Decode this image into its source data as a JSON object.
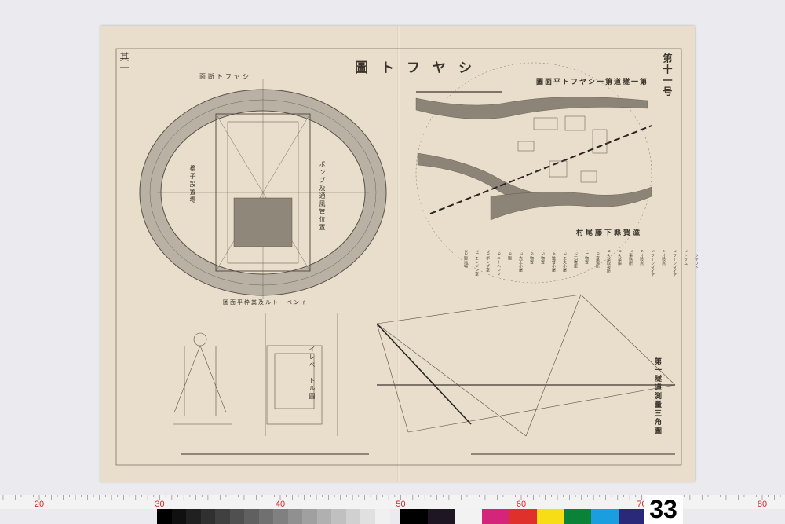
{
  "document": {
    "title": "圖トフヤシ",
    "sheet_label": "其一",
    "plate_number": "第十一号",
    "section_title": "面断トフヤシ",
    "plan_title": "圖面平トフヤシ一第道隧一第",
    "location": "村尾藤下縣賀滋",
    "elevator_plan_title": "圖面平枠其及ルトーベンイ",
    "triangulation_title": "第一隧道測量三角圖",
    "label_yagura": "櫓子設置場",
    "label_pump": "ポンプ及通風管位置",
    "label_elevator": "イレベートル圖",
    "legend": [
      "1 シヤフト",
      "2 トラム",
      "3 フーンダイア",
      "4 分岐点",
      "5 フーンダイア",
      "6 分岐点",
      "7 事務所",
      "8 火薬庫",
      "9 火薬取扱所",
      "10 変電所",
      "11 物置",
      "12 石炭庫",
      "13 エ夫小屋",
      "14 監督小屋",
      "15 物置",
      "16 物置",
      "17 大工小屋",
      "18 鍛",
      "19 ニーヘンツ",
      "20 ポンプ室",
      "21 エンジン室",
      "22 鍛冶場"
    ]
  },
  "ruler": {
    "labels": [
      "20",
      "30",
      "40",
      "50",
      "60",
      "70",
      "80"
    ]
  },
  "color_card": {
    "tag": "33",
    "patches": [
      "#000000",
      "#1e1622",
      "#f2f2f2",
      "#d4257a",
      "#e0302c",
      "#f6dd16",
      "#0a8238",
      "#1a9ee0",
      "#2a2878"
    ]
  }
}
